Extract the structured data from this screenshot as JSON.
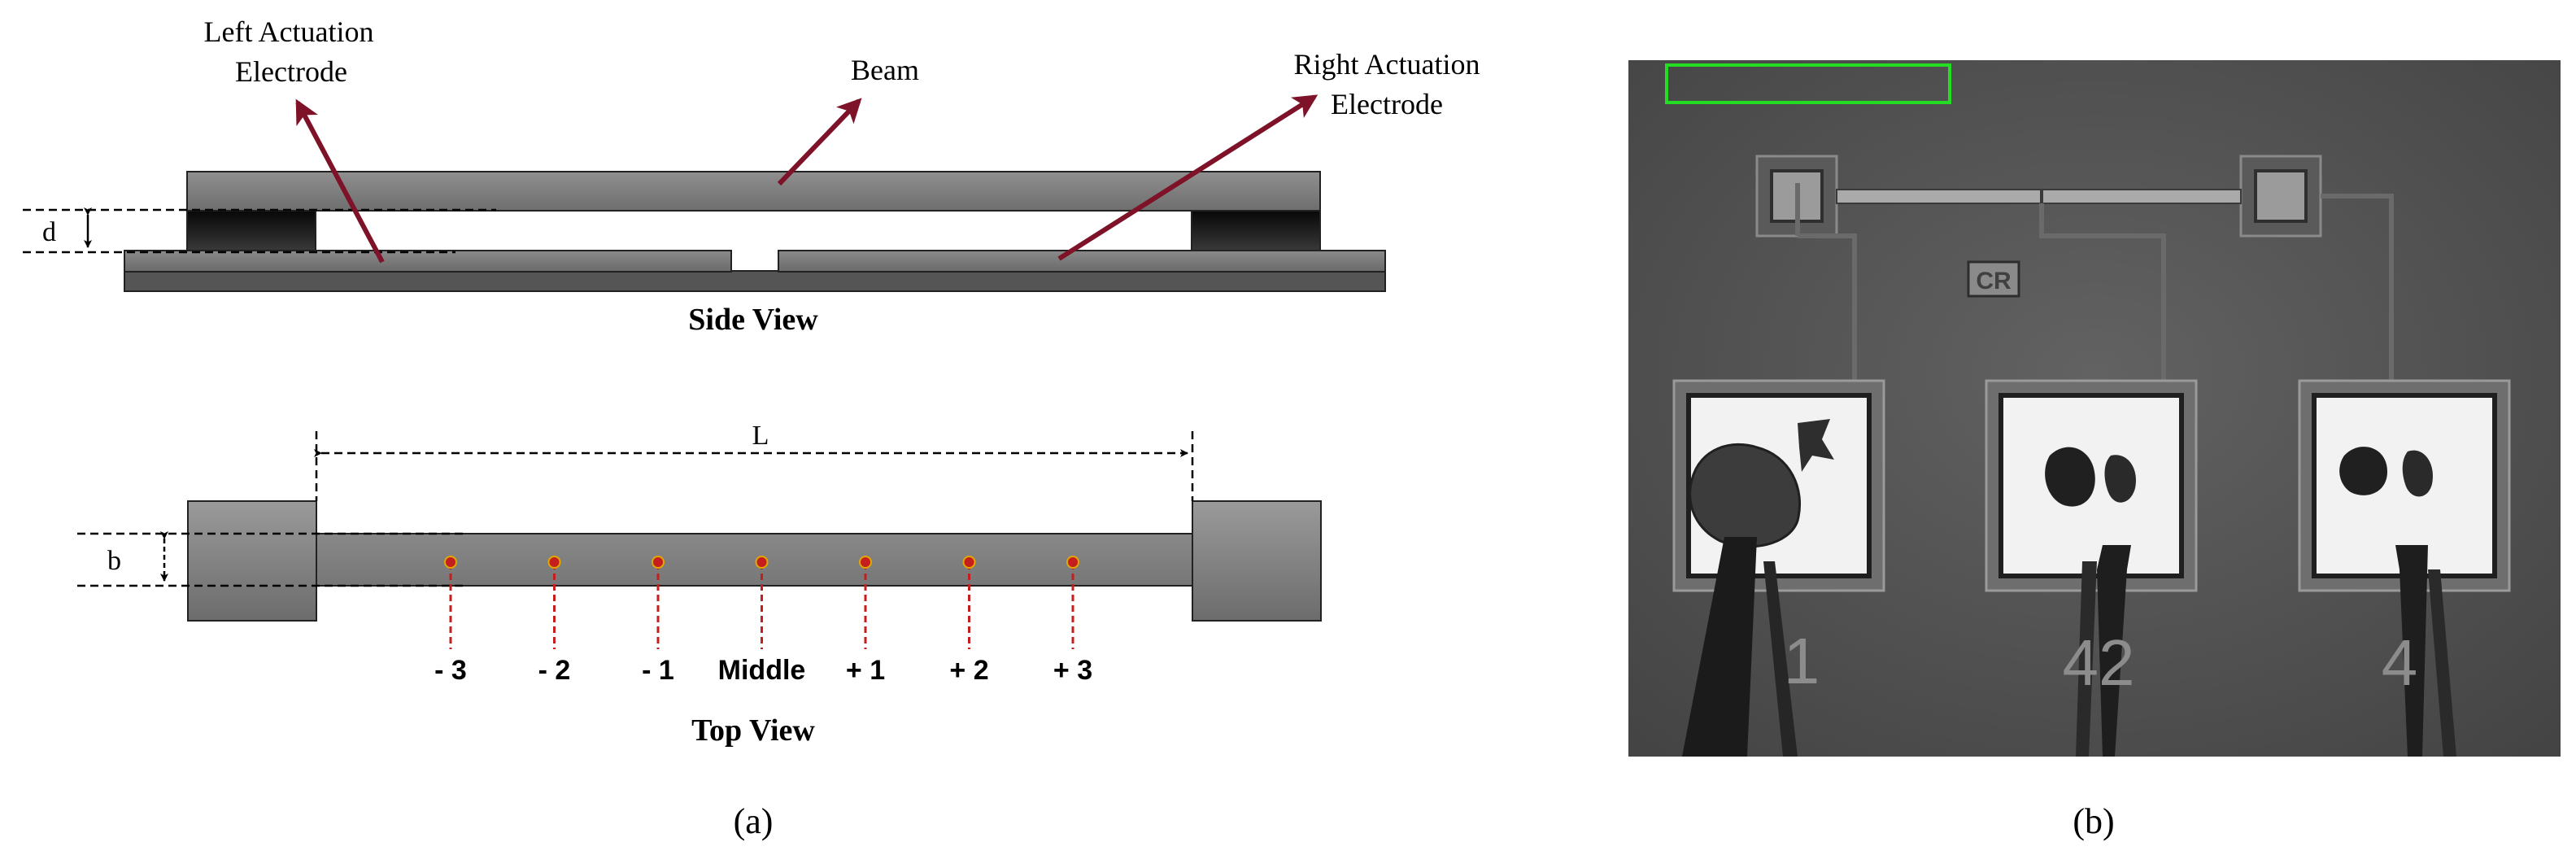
{
  "panel_a": {
    "side_view": {
      "caption": "Side View",
      "labels": {
        "left_electrode_line1": "Left Actuation",
        "left_electrode_line2": "Electrode",
        "beam": "Beam",
        "right_electrode_line1": "Right Actuation",
        "right_electrode_line2": "Electrode",
        "gap": "d"
      }
    },
    "top_view": {
      "caption": "Top View",
      "length_label": "L",
      "width_label": "b",
      "positions": [
        "- 3",
        "- 2",
        "- 1",
        "Middle",
        "+ 1",
        "+ 2",
        "+ 3"
      ]
    },
    "label": "(a)"
  },
  "panel_b": {
    "label": "(b)",
    "photo_texts": {
      "chip_marking": "CR",
      "pad_number_1": "1",
      "pad_number_2": "42",
      "pad_number_3": "4"
    }
  },
  "colors": {
    "arrow": "#7d1228",
    "marker": "#c41e1e",
    "roi_box": "#22dd22"
  }
}
